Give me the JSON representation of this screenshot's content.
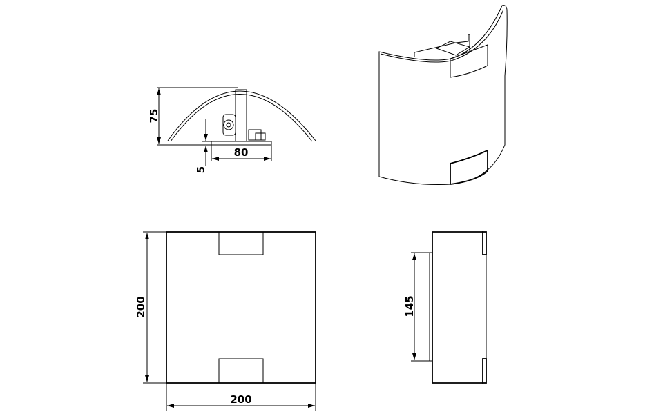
{
  "drawing": {
    "dimensions": {
      "top_height": "75",
      "base_width": "80",
      "base_offset": "5",
      "front_height": "200",
      "front_width": "200",
      "side_bracket_height": "145"
    },
    "line_color": "#000000",
    "background": "#ffffff"
  }
}
